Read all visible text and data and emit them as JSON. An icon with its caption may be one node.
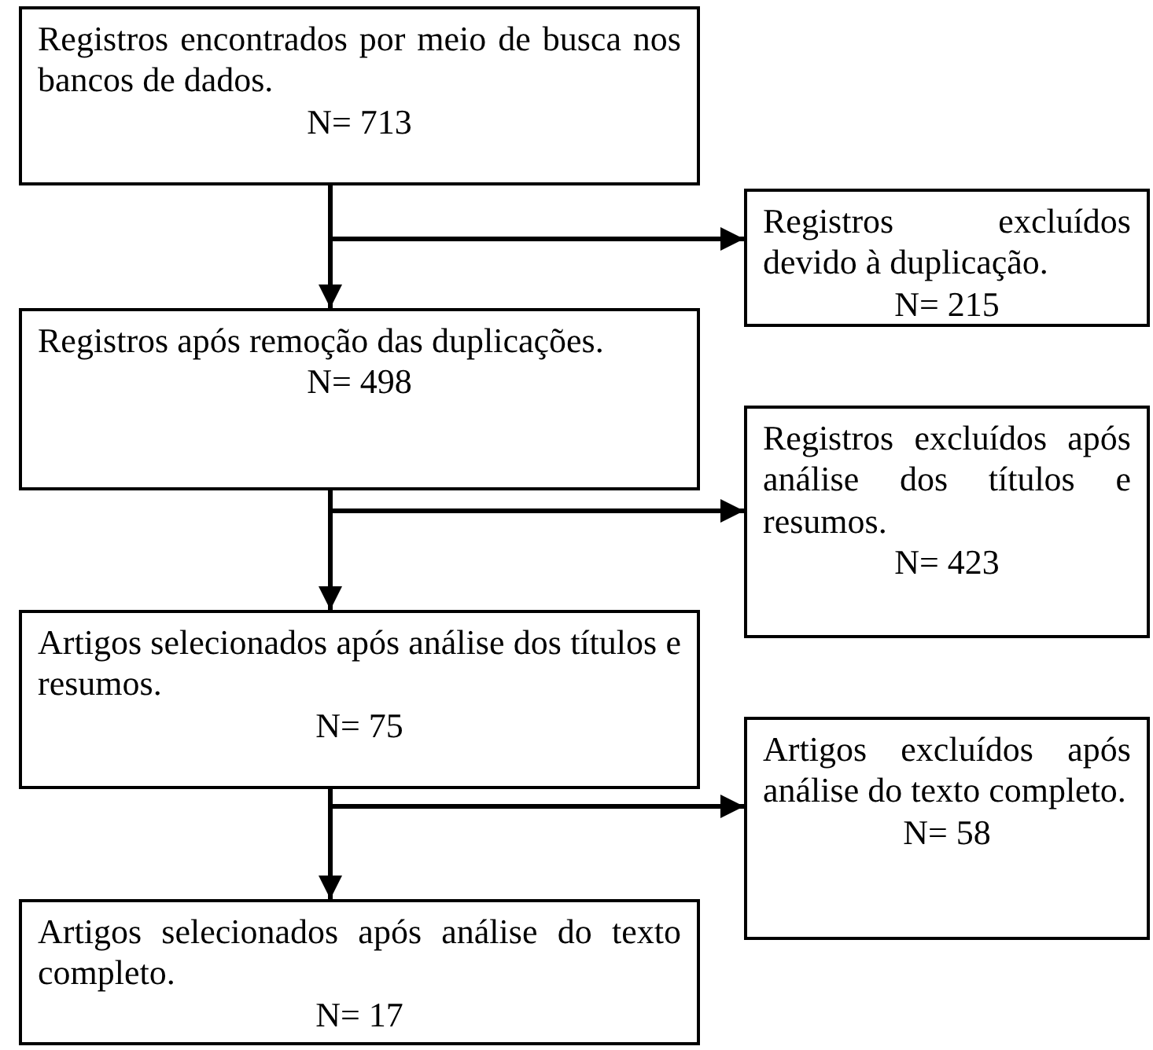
{
  "diagram": {
    "nodes": [
      {
        "text": [
          "Registros encontrados por meio de busca nos bancos de dados.",
          "N= 713"
        ]
      },
      {
        "text": [
          "Registros excluídos devido à duplicação.",
          "N= 215"
        ]
      },
      {
        "text": [
          "Registros após remoção das duplicações.",
          "N= 498"
        ]
      },
      {
        "text": [
          "Registros excluídos após análise dos títulos e resumos.",
          "N= 423"
        ]
      },
      {
        "text": [
          "Artigos selecionados após análise dos títulos e resumos.",
          "N= 75"
        ]
      },
      {
        "text": [
          "Artigos excluídos após análise do texto completo.",
          "N= 58"
        ]
      },
      {
        "text": [
          "Artigos selecionados após análise do texto completo.",
          "N= 17"
        ]
      }
    ],
    "edges": [
      {
        "from": 0,
        "to": 2,
        "arrow": "to"
      },
      {
        "from": 0,
        "to": 1,
        "arrow": "to"
      },
      {
        "from": 2,
        "to": 4,
        "arrow": "to"
      },
      {
        "from": 2,
        "to": 3,
        "arrow": "to"
      },
      {
        "from": 4,
        "to": 6,
        "arrow": "to"
      },
      {
        "from": 4,
        "to": 5,
        "arrow": "to"
      }
    ]
  }
}
